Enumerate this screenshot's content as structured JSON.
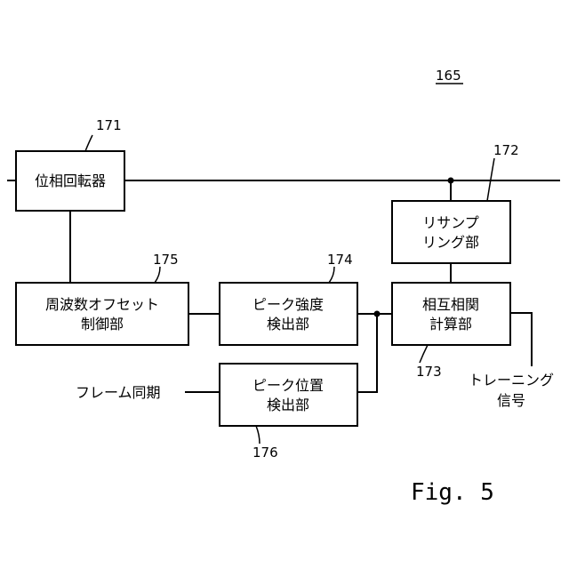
{
  "figure_ref": "165",
  "figure_caption": "Fig. 5",
  "blocks": {
    "phase_rotator": {
      "lines": [
        "位相回転器"
      ],
      "ref": "171"
    },
    "resampling": {
      "lines": [
        "リサンプ",
        "リング部"
      ],
      "ref": "172"
    },
    "cross_correlation": {
      "lines": [
        "相互相関",
        "計算部"
      ],
      "ref": "173"
    },
    "peak_strength": {
      "lines": [
        "ピーク強度",
        "検出部"
      ],
      "ref": "174"
    },
    "freq_offset": {
      "lines": [
        "周波数オフセット",
        "制御部"
      ],
      "ref": "175"
    },
    "peak_position": {
      "lines": [
        "ピーク位置",
        "検出部"
      ],
      "ref": "176"
    }
  },
  "signals": {
    "frame_sync": "フレーム同期",
    "training": [
      "トレーニング",
      "信号"
    ]
  }
}
